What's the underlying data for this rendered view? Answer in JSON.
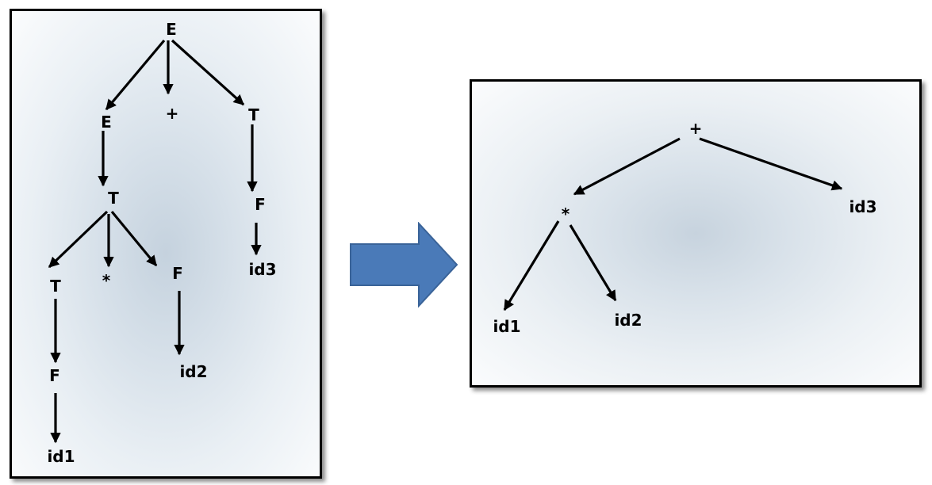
{
  "parse_tree": {
    "nodes": {
      "E_root": "E",
      "E_left": "E",
      "plus": "+",
      "T_right": "T",
      "T_mid": "T",
      "F_right": "F",
      "id3": "id3",
      "T_left": "T",
      "star": "*",
      "F_mid": "F",
      "F_left": "F",
      "id2": "id2",
      "id1": "id1"
    }
  },
  "syntax_tree": {
    "nodes": {
      "plus": "+",
      "star": "*",
      "id3": "id3",
      "id1": "id1",
      "id2": "id2"
    }
  },
  "colors": {
    "transform_arrow": "#4a7ab8",
    "transform_arrow_stroke": "#3a6398",
    "edges": "#000000"
  }
}
